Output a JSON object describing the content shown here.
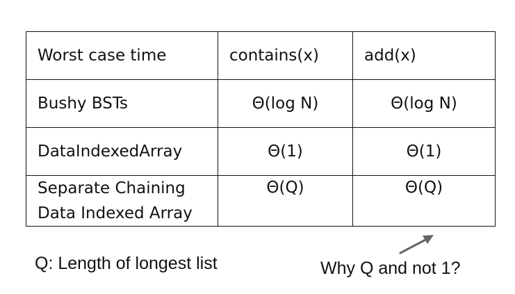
{
  "table": {
    "headers": [
      "Worst case time",
      "contains(x)",
      "add(x)"
    ],
    "rows": [
      {
        "label_lines": [
          "Bushy BSTs"
        ],
        "contains": "Θ(log N)",
        "add": "Θ(log N)"
      },
      {
        "label_lines": [
          "DataIndexedArray"
        ],
        "contains": "Θ(1)",
        "add": "Θ(1)"
      },
      {
        "label_lines": [
          "Separate Chaining",
          "Data Indexed Array"
        ],
        "contains": "Θ(Q)",
        "add": "Θ(Q)"
      }
    ]
  },
  "notes": {
    "definition": "Q: Length of longest list",
    "question": "Why Q and not 1?"
  },
  "arrow": {
    "icon": "arrow-up-right-icon",
    "color": "#666666"
  }
}
